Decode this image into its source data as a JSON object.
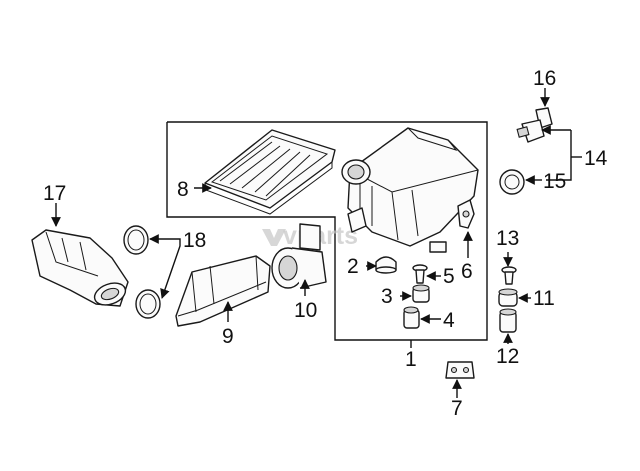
{
  "watermark": "vparts",
  "callouts": [
    "1",
    "2",
    "3",
    "4",
    "5",
    "6",
    "7",
    "8",
    "9",
    "10",
    "11",
    "12",
    "13",
    "14",
    "15",
    "16",
    "17",
    "18"
  ]
}
